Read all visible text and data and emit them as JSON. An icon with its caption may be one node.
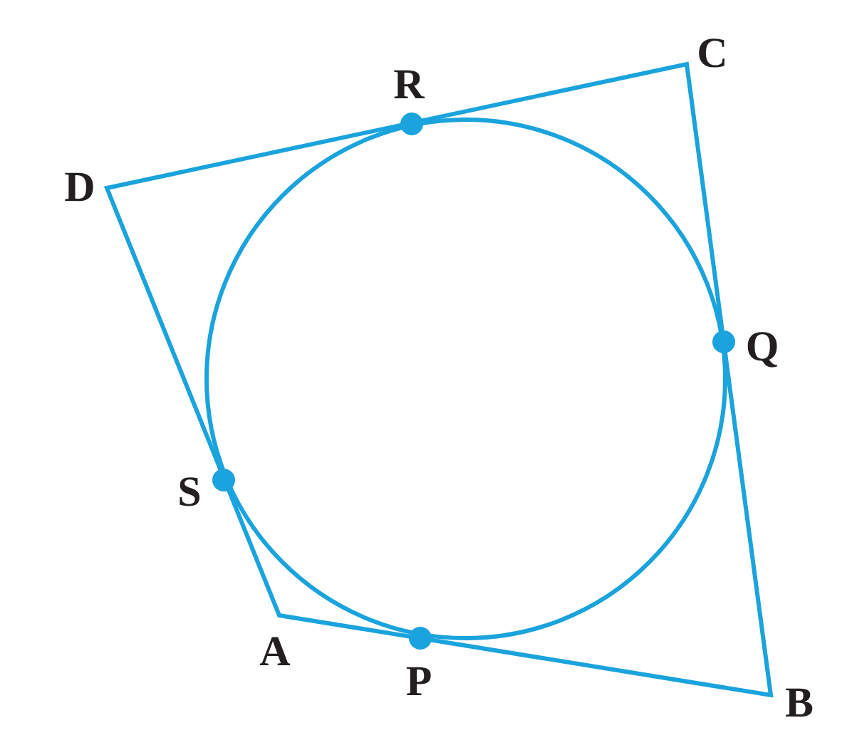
{
  "diagram": {
    "labels": [
      "C",
      "R",
      "D",
      "Q",
      "S",
      "A",
      "P",
      "B"
    ]
  }
}
